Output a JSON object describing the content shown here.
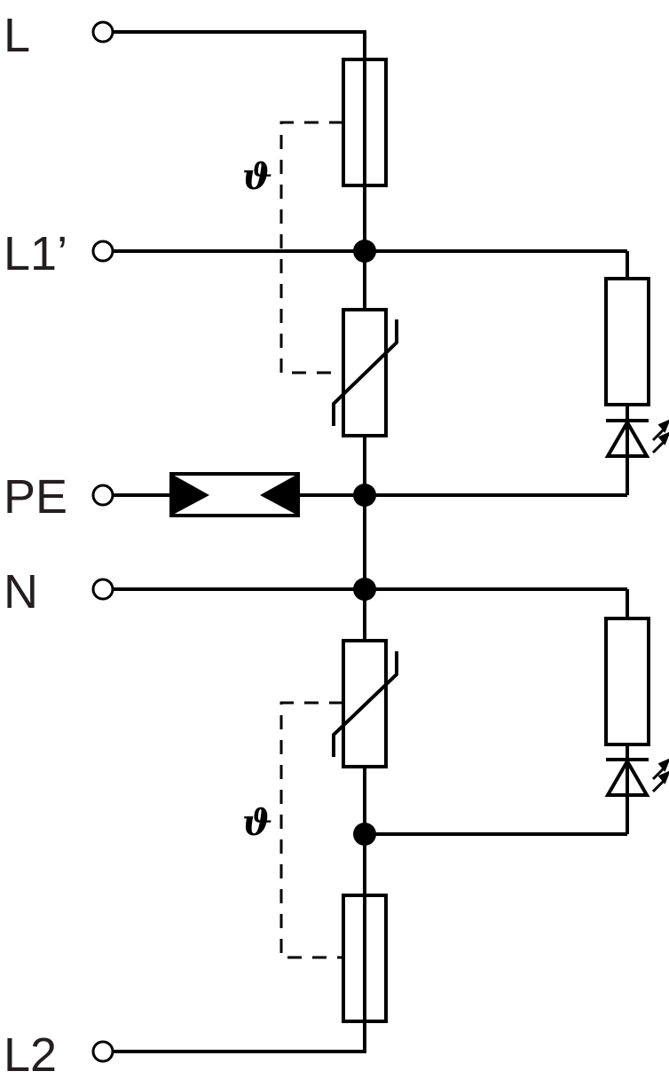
{
  "diagram": {
    "type": "circuit-schematic",
    "title": "",
    "colors": {
      "line": "#000000",
      "label": "#231f20",
      "background": "#ffffff"
    },
    "terminals": [
      {
        "id": "L",
        "label": "L"
      },
      {
        "id": "L1p",
        "label": "L1’"
      },
      {
        "id": "PE",
        "label": "PE"
      },
      {
        "id": "N",
        "label": "N"
      },
      {
        "id": "L2",
        "label": "L2"
      }
    ],
    "thermal_symbol": "ϑ",
    "components": [
      {
        "id": "fuse-top",
        "type": "thermal-fuse",
        "between": [
          "L",
          "L1p"
        ]
      },
      {
        "id": "varistor-top",
        "type": "varistor",
        "between": [
          "L1p",
          "PE"
        ],
        "thermally_coupled_to": "fuse-top"
      },
      {
        "id": "led-branch-top",
        "type": "resistor+led",
        "between": [
          "L1p",
          "PE"
        ]
      },
      {
        "id": "spark-gap",
        "type": "gas-discharge-gap",
        "between": [
          "PE-terminal",
          "PE-node"
        ]
      },
      {
        "id": "varistor-bottom",
        "type": "varistor",
        "between": [
          "N",
          "mid-node"
        ],
        "thermally_coupled_to": "fuse-bottom"
      },
      {
        "id": "led-branch-bottom",
        "type": "resistor+led",
        "between": [
          "N",
          "mid-node"
        ]
      },
      {
        "id": "fuse-bottom",
        "type": "thermal-fuse",
        "between": [
          "mid-node",
          "L2"
        ]
      }
    ]
  }
}
